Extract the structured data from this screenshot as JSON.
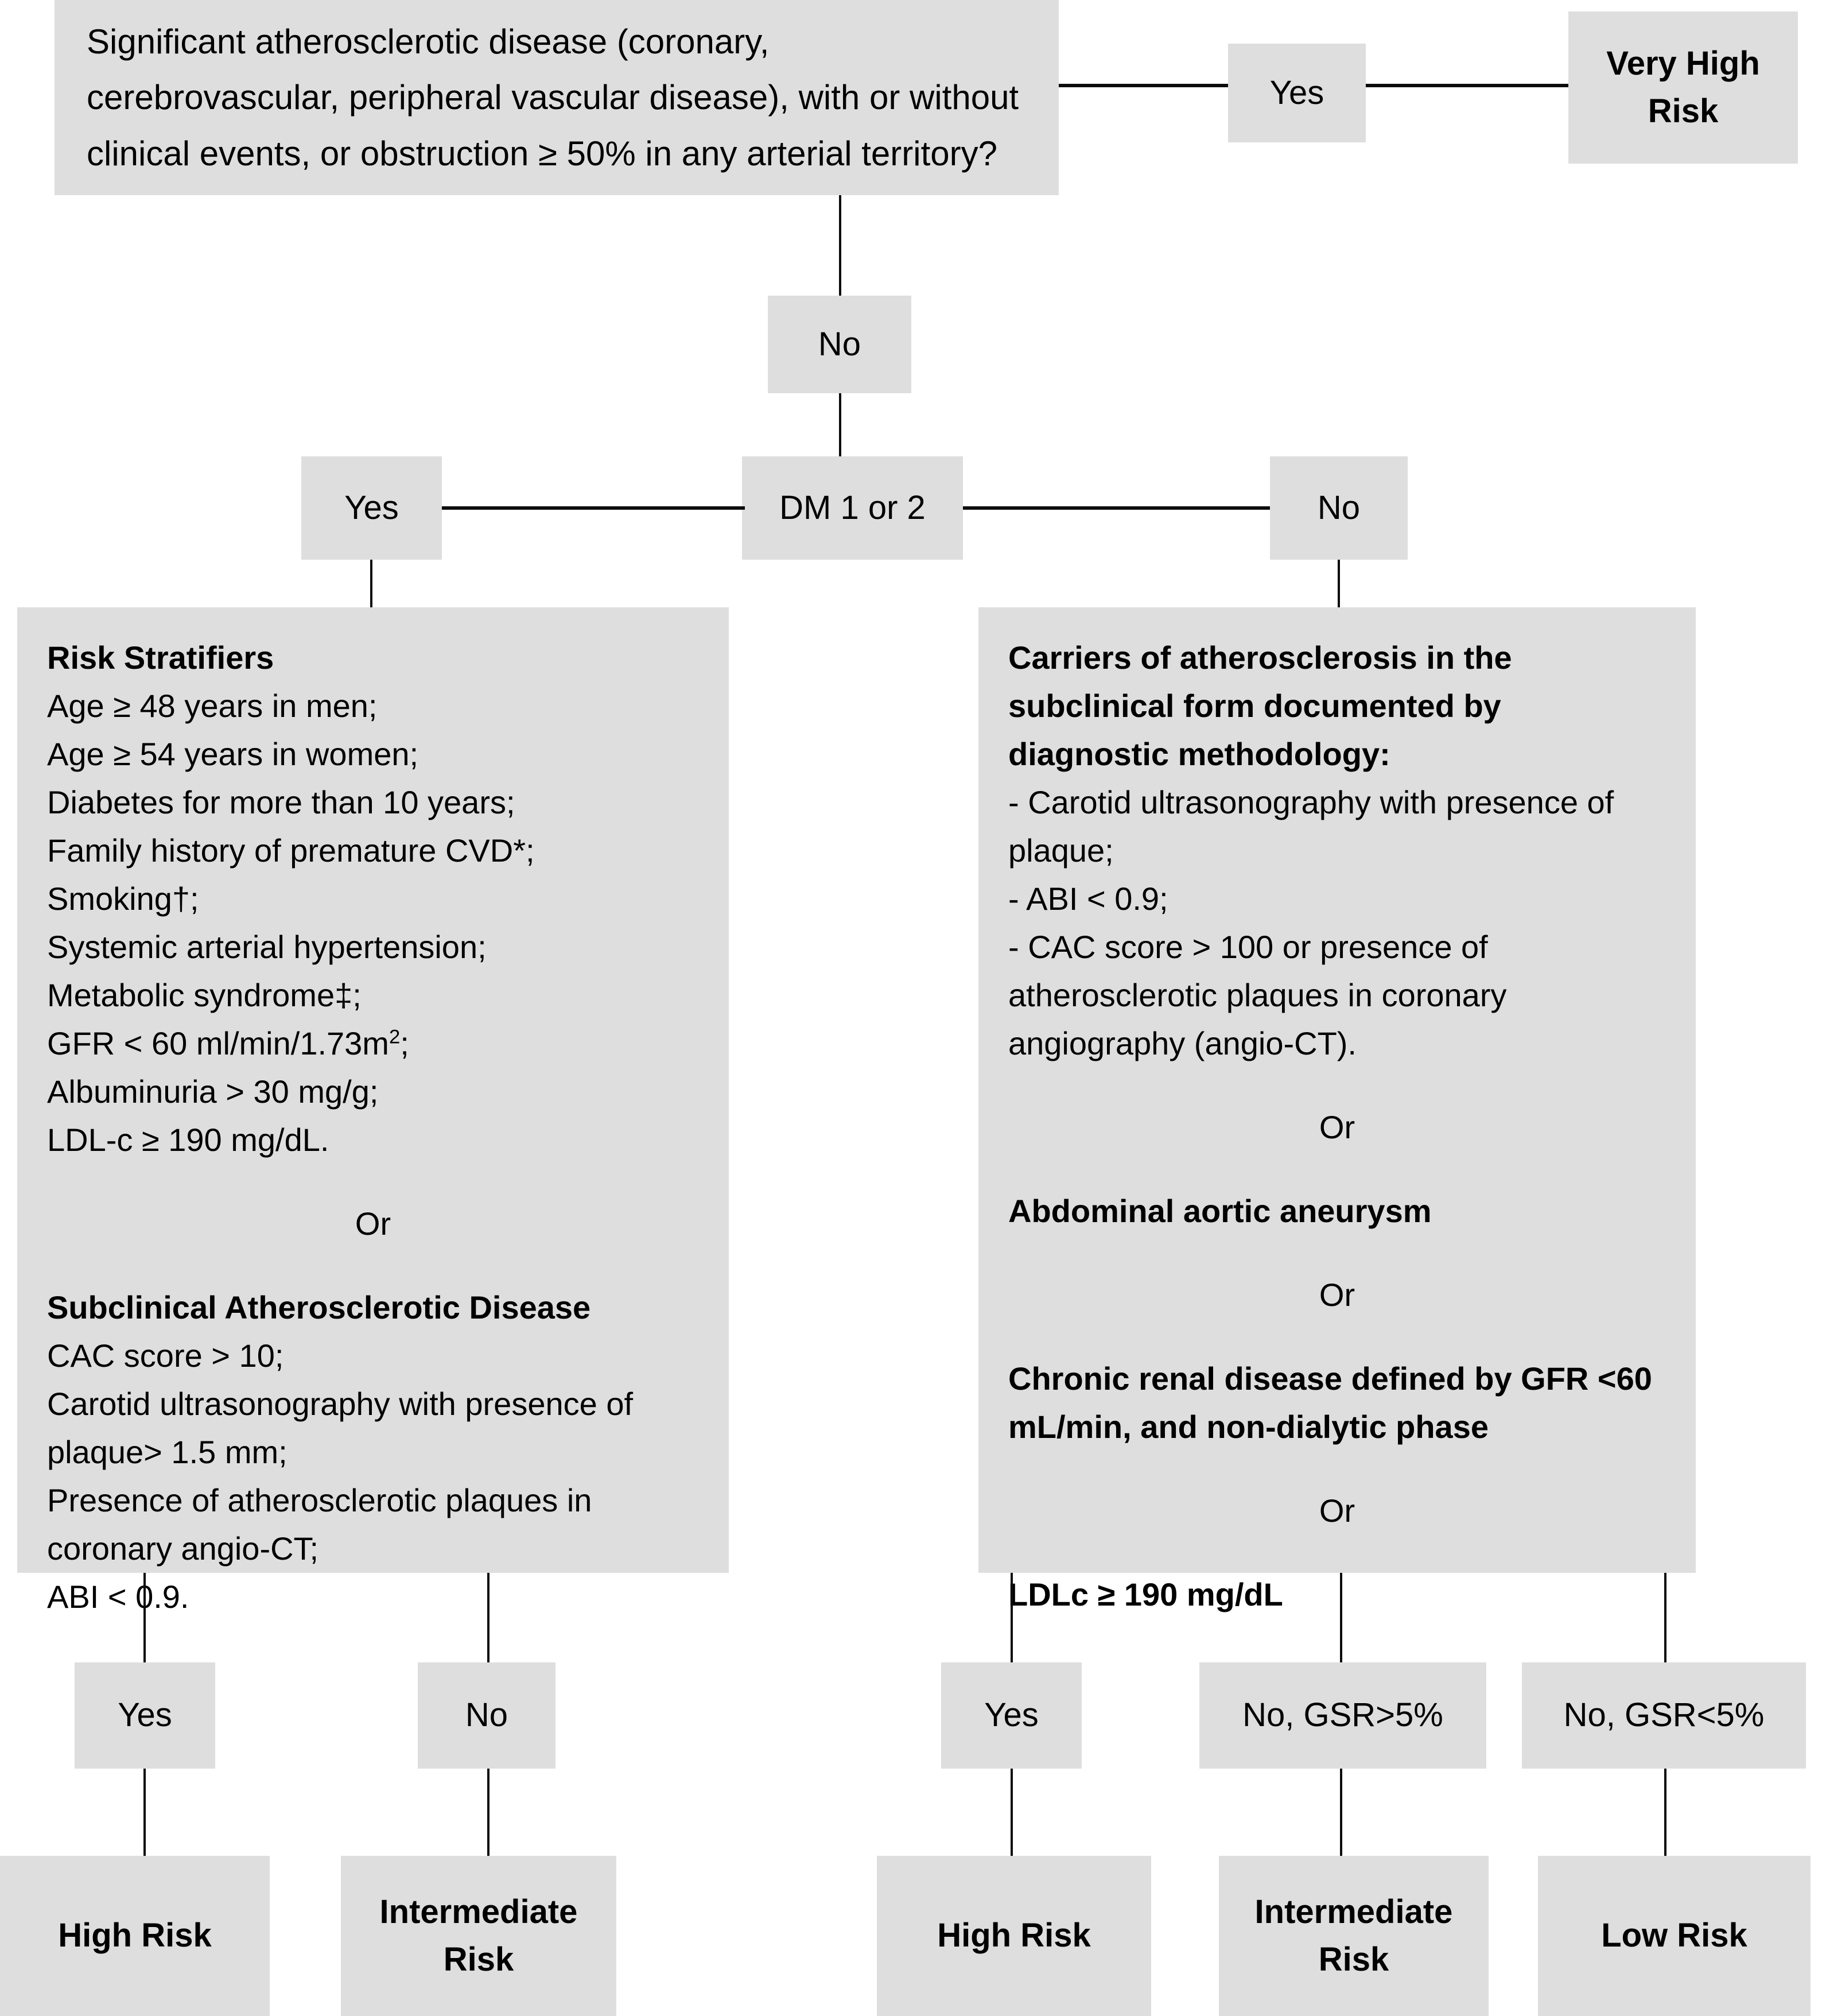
{
  "diagram": {
    "title": "Cardiovascular risk stratification flowchart",
    "box_fill": "#dedede",
    "line_color": "#0d0d0d",
    "text_color": "#000000"
  },
  "nodes": {
    "root_question": "Significant atherosclerotic disease (coronary, cerebrovascular, peripheral vascular disease), with or without clinical events, or obstruction ≥ 50% in any arterial territory?",
    "root_yes": "Yes",
    "very_high_risk": "Very High Risk",
    "root_no": "No",
    "dm_yes": "Yes",
    "dm_question": "DM 1 or 2",
    "dm_no": "No",
    "left_yes": "Yes",
    "left_no": "No",
    "right_yes": "Yes",
    "right_no_gsr_high": "No, GSR>5%",
    "right_no_gsr_low": "No, GSR<5%",
    "outcome_high_risk_left": "High Risk",
    "outcome_intermediate_left": "Intermediate Risk",
    "outcome_high_risk_right": "High Risk",
    "outcome_intermediate_right": "Intermediate Risk",
    "outcome_low_risk": "Low Risk"
  },
  "left_panel": {
    "heading_1": "Risk Stratifiers",
    "items_1": [
      "Age ≥ 48 years in men;",
      "Age ≥ 54 years in women;",
      "Diabetes for more than 10 years;",
      "Family history of premature CVD*;",
      "Smoking†;",
      "Systemic arterial hypertension;",
      "Metabolic syndrome‡;",
      "GFR < 60 ml/min/1.73m2;",
      "Albuminuria > 30 mg/g;",
      "LDL-c ≥ 190 mg/dL."
    ],
    "gfr_base": "GFR < 60 ml/min/1.73m",
    "gfr_sup": "2",
    "gfr_tail": ";",
    "connector": "Or",
    "heading_2": "Subclinical Atherosclerotic Disease",
    "items_2": [
      "CAC score > 10;",
      "Carotid ultrasonography with presence of plaque> 1.5 mm;",
      "Presence of atherosclerotic plaques in coronary angio-CT;",
      "ABI < 0.9."
    ]
  },
  "right_panel": {
    "heading_1": "Carriers of atherosclerosis in the subclinical form documented by diagnostic methodology:",
    "items_1": [
      "- Carotid ultrasonography with presence of plaque;",
      "- ABI < 0.9;",
      "- CAC score > 100 or presence of atherosclerotic plaques in coronary angiography (angio-CT)."
    ],
    "connector_1": "Or",
    "heading_2": "Abdominal aortic aneurysm",
    "connector_2": "Or",
    "heading_3": "Chronic renal disease defined by GFR <60 mL/min, and non-dialytic phase",
    "connector_3": "Or",
    "heading_4": "LDLc ≥ 190 mg/dL"
  }
}
